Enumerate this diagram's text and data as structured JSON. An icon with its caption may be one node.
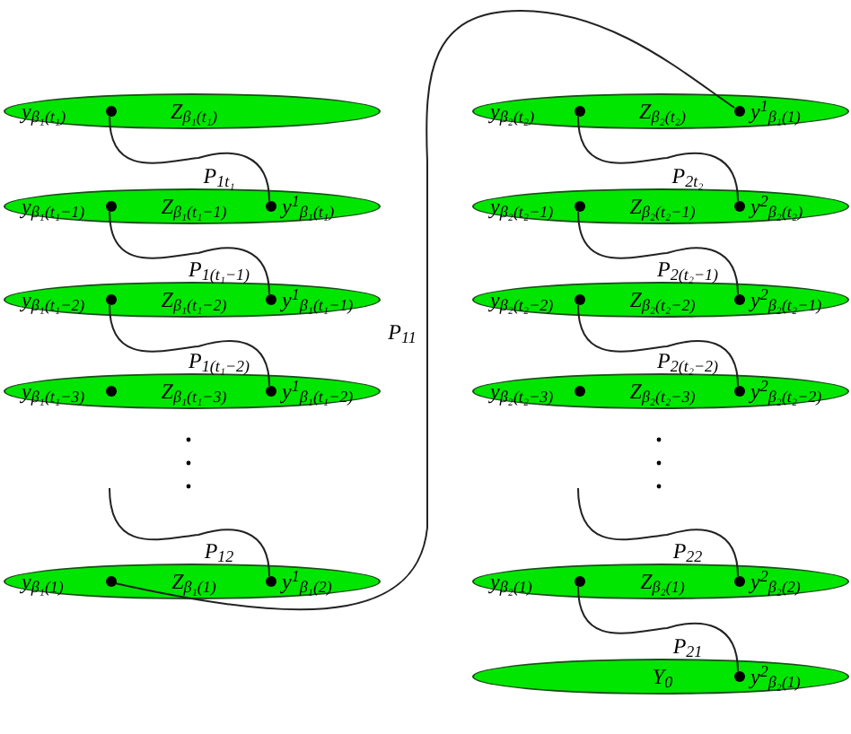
{
  "diagram": {
    "nodes": [
      {
        "text": [
          "y$_{β₁(t₁)}$",
          "Z$_{β₁(t₁)}$"
        ]
      },
      {
        "text": [
          "y$_{β₁(t₁−1)}$",
          "Z$_{β₁(t₁−1)}$",
          "y$^{1}$$_{β₁(t₁)}$"
        ]
      },
      {
        "text": [
          "y$_{β₁(t₁−2)}$",
          "Z$_{β₁(t₁−2)}$",
          "y$^{1}$$_{β₁(t₁−1)}$"
        ]
      },
      {
        "text": [
          "y$_{β₁(t₁−3)}$",
          "Z$_{β₁(t₁−3)}$",
          "y$^{1}$$_{β₁(t₁−2)}$"
        ]
      },
      {
        "text": [
          "y$_{β₁(1)}$",
          "Z$_{β₁(1)}$",
          "y$^{1}$$_{β₁(2)}$"
        ]
      },
      {
        "text": [
          "y$_{β₂(t₂)}$",
          "Z$_{β₂(t₂)}$",
          "y$^{1}$$_{β₁(1)}$"
        ]
      },
      {
        "text": [
          "y$_{β₂(t₂−1)}$",
          "Z$_{β₂(t₂−1)}$",
          "y$^{2}$$_{β₂(t₂)}$"
        ]
      },
      {
        "text": [
          "y$_{β₂(t₂−2)}$",
          "Z$_{β₂(t₂−2)}$",
          "y$^{2}$$_{β₂(t₂−1)}$"
        ]
      },
      {
        "text": [
          "y$_{β₂(t₂−3)}$",
          "Z$_{β₂(t₂−3)}$",
          "y$^{2}$$_{β₂(t₂−2)}$"
        ]
      },
      {
        "text": [
          "y$_{β₂(1)}$",
          "Z$_{β₂(1)}$",
          "y$^{2}$$_{β₂(2)}$"
        ]
      },
      {
        "text": [
          "Y$_{0}$",
          "y$^{2}$$_{β₂(1)}$"
        ]
      },
      {
        "text": [],
        "shape": "circle",
        "in": 0
      },
      {
        "text": [],
        "shape": "circle",
        "in": 1
      },
      {
        "text": [],
        "shape": "circle",
        "in": 1
      },
      {
        "text": [],
        "shape": "circle",
        "in": 2
      },
      {
        "text": [],
        "shape": "circle",
        "in": 2
      },
      {
        "text": [],
        "shape": "circle",
        "in": 3
      },
      {
        "text": [],
        "shape": "circle",
        "in": 3
      },
      {
        "text": [],
        "shape": "circle",
        "in": 4
      },
      {
        "text": [],
        "shape": "circle",
        "in": 4
      },
      {
        "text": [],
        "shape": "circle",
        "in": 5
      },
      {
        "text": [],
        "shape": "circle",
        "in": 5
      },
      {
        "text": [],
        "shape": "circle",
        "in": 6
      },
      {
        "text": [],
        "shape": "circle",
        "in": 6
      },
      {
        "text": [],
        "shape": "circle",
        "in": 7
      },
      {
        "text": [],
        "shape": "circle",
        "in": 7
      },
      {
        "text": [],
        "shape": "circle",
        "in": 8
      },
      {
        "text": [],
        "shape": "circle",
        "in": 8
      },
      {
        "text": [],
        "shape": "circle",
        "in": 9
      },
      {
        "text": [],
        "shape": "circle",
        "in": 9
      },
      {
        "text": [],
        "shape": "circle",
        "in": 10
      }
    ],
    "edges": [
      {
        "from": 11,
        "to": 13,
        "arrow": "none",
        "label": "P$_{1t₁}$"
      },
      {
        "from": 12,
        "to": 15,
        "arrow": "none",
        "label": "P$_{1(t₁−1)}$"
      },
      {
        "from": 14,
        "to": 17,
        "arrow": "none",
        "label": "P$_{1(t₁−2)}$"
      },
      {
        "from": null,
        "to": 19,
        "arrow": "none",
        "label": "P$_{12}$"
      },
      {
        "from": 18,
        "to": 21,
        "arrow": "none",
        "label": "P$_{11}$"
      },
      {
        "from": 20,
        "to": 23,
        "arrow": "none",
        "label": "P$_{2t₂}$"
      },
      {
        "from": 22,
        "to": 25,
        "arrow": "none",
        "label": "P$_{2(t₂−1)}$"
      },
      {
        "from": 24,
        "to": 27,
        "arrow": "none",
        "label": "P$_{2(t₂−2)}$"
      },
      {
        "from": null,
        "to": 29,
        "arrow": "none",
        "label": "P$_{22}$"
      },
      {
        "from": 28,
        "to": 30,
        "arrow": "none",
        "label": "P$_{21}$"
      }
    ]
  }
}
